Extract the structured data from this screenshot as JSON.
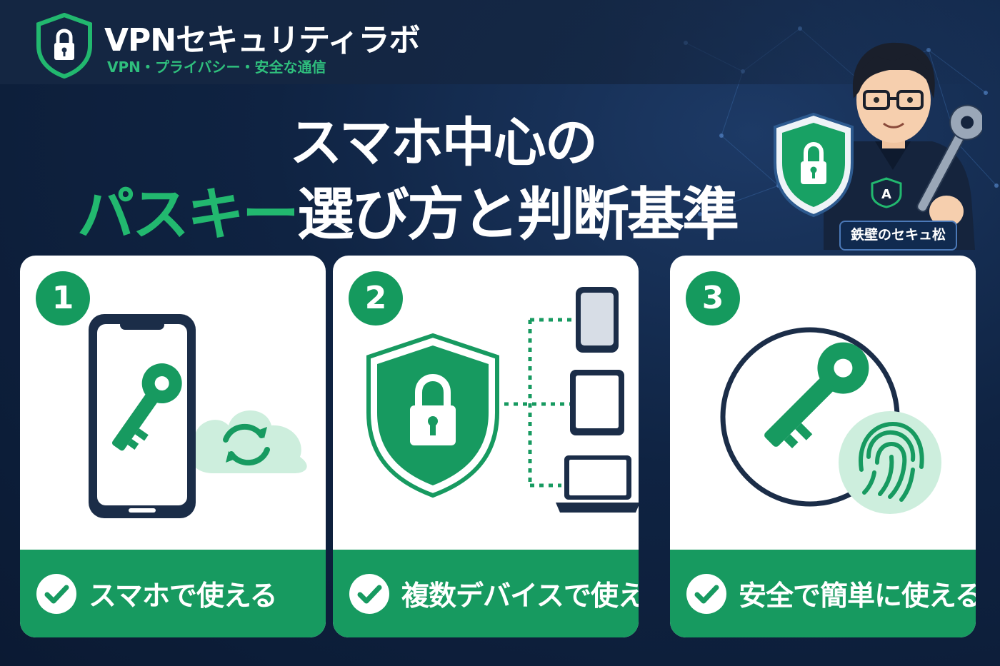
{
  "brand": {
    "name": "VPNセキュリティラボ",
    "tagline": "VPN・プライバシー・安全な通信"
  },
  "title": {
    "line1": "スマホ中心の",
    "line2_highlight": "パスキー",
    "line2_rest": "選び方と判断基準"
  },
  "mascot": {
    "badge": "鉄壁のセキュ松",
    "hoodie_letter": "A"
  },
  "cards": [
    {
      "number": "1",
      "label": "スマホで使える",
      "icons": [
        "smartphone-icon",
        "key-icon",
        "cloud-sync-icon"
      ]
    },
    {
      "number": "2",
      "label": "複数デバイスで使える",
      "icons": [
        "shield-lock-icon",
        "phone-icon",
        "tablet-icon",
        "laptop-icon"
      ]
    },
    {
      "number": "3",
      "label": "安全で簡単に使える",
      "icons": [
        "key-icon",
        "fingerprint-icon"
      ]
    }
  ],
  "colors": {
    "background": "#0f2342",
    "accent_green": "#179a60",
    "highlight_green": "#22b86f",
    "navy": "#1b2d48",
    "light_green": "#cdeedd"
  }
}
